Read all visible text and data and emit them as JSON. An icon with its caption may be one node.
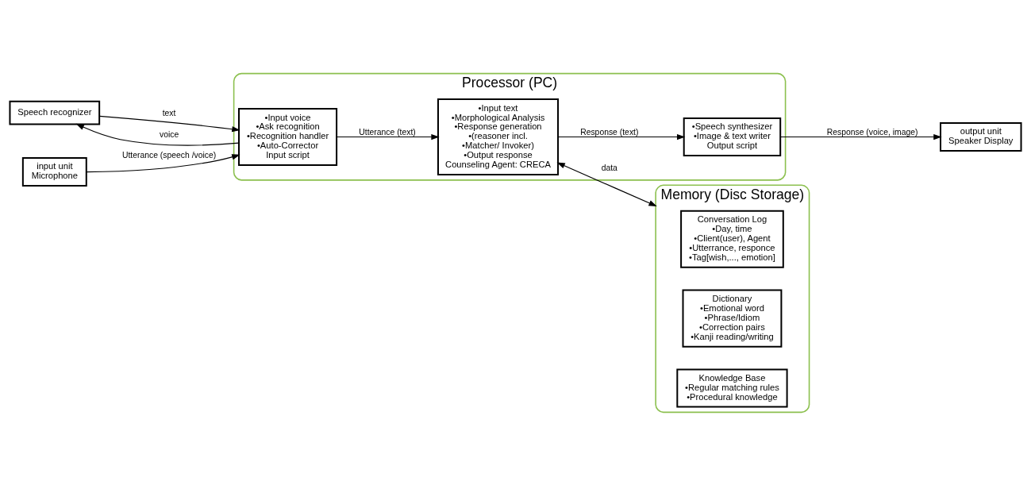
{
  "diagram": {
    "nodes": [
      {
        "text": [
          "Speech recognizer"
        ]
      },
      {
        "text": [
          "input unit",
          "Microphone"
        ]
      },
      {
        "text": [
          "Processor (PC)"
        ]
      },
      {
        "text": [
          "•Input voice",
          "•Ask recognition",
          "•Recognition handler",
          "•Auto-Corrector",
          "Input script"
        ],
        "in": 2
      },
      {
        "text": [
          "•Input text",
          "•Morphological Analysis",
          "•Response generation",
          "•(reasoner incl.",
          "•Matcher/ Invoker)",
          "•Output response",
          "Counseling Agent: CRECA"
        ],
        "in": 2
      },
      {
        "text": [
          "•Speech synthesizer",
          "•Image & text writer",
          "Output script"
        ],
        "in": 2
      },
      {
        "text": [
          "output unit",
          "Speaker Display"
        ]
      },
      {
        "text": [
          "Memory (Disc Storage)"
        ]
      },
      {
        "text": [
          "Conversation Log",
          "•Day, time",
          "•Client(user), Agent",
          "•Utterrance, responce",
          "•Tag[wish,..., emotion]"
        ],
        "in": 7
      },
      {
        "text": [
          "Dictionary",
          "•Emotional word",
          "•Phrase/Idiom",
          "•Correction pairs",
          "•Kanji reading/writing"
        ],
        "in": 7
      },
      {
        "text": [
          "Knowledge Base",
          "•Regular matching rules",
          "•Procedural knowledge"
        ],
        "in": 7
      }
    ],
    "edges": [
      {
        "from": 1,
        "to": 3,
        "arrow": "to",
        "label": "Utterance (speech /voice)"
      },
      {
        "from": 3,
        "to": 0,
        "arrow": "to",
        "label": "voice"
      },
      {
        "from": 0,
        "to": 3,
        "arrow": "to",
        "label": "text"
      },
      {
        "from": 3,
        "to": 4,
        "arrow": "to",
        "label": "Utterance (text)"
      },
      {
        "from": 4,
        "to": 5,
        "arrow": "to",
        "label": "Response (text)"
      },
      {
        "from": 5,
        "to": 6,
        "arrow": "to",
        "label": "Response (voice, image)"
      },
      {
        "from": 4,
        "to": 7,
        "arrow": "both",
        "label": "data"
      }
    ]
  }
}
